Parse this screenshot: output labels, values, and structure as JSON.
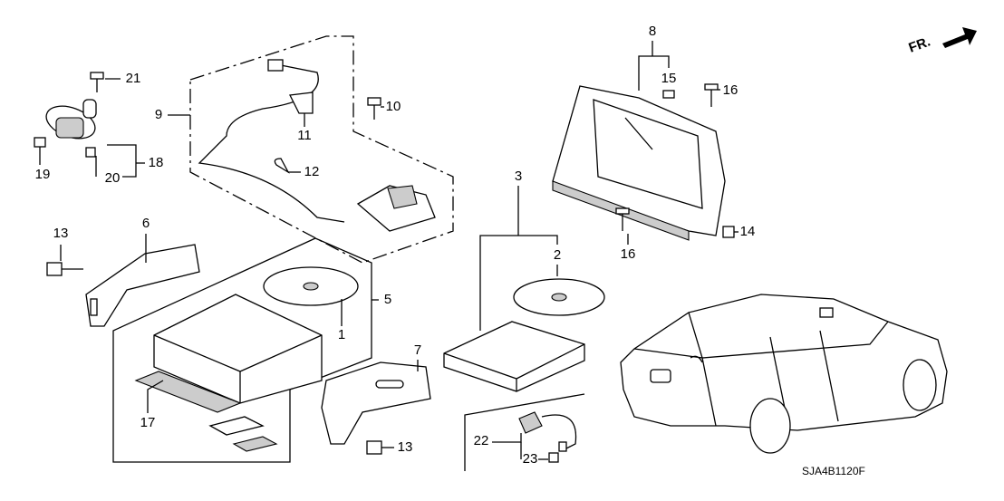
{
  "diagram": {
    "callouts": [
      "21",
      "19",
      "20",
      "18",
      "9",
      "11",
      "10",
      "12",
      "8",
      "15",
      "16",
      "16",
      "14",
      "13",
      "6",
      "5",
      "1",
      "3",
      "2",
      "7",
      "13",
      "17",
      "22",
      "23"
    ],
    "direction_label": "FR.",
    "diagram_code": "SJA4B1120F"
  },
  "colors": {
    "line": "#000000",
    "background": "#ffffff",
    "shade": "#cccccc"
  }
}
